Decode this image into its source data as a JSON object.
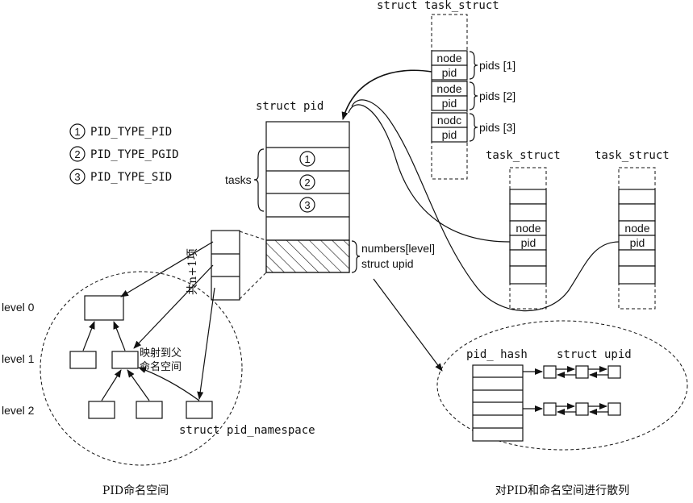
{
  "labels": {
    "struct_task_struct": "struct task_struct",
    "struct_pid": "struct pid",
    "task_struct_a": "task_struct",
    "task_struct_b": "task_struct",
    "tasks": "tasks",
    "numbers_level": "numbers[level]",
    "struct_upid": "struct upid",
    "gong": "共n+1项",
    "level0": "level 0",
    "level1": "level 1",
    "level2": "level 2",
    "map_parent_1": "映射到父",
    "map_parent_2": "命名空间",
    "pid_namespace": "struct pid_namespace",
    "pid_hash": "pid_ hash",
    "hash_upid": "struct upid",
    "caption_left": "PID命名空间",
    "caption_right": "对PID和命名空间进行散列"
  },
  "legend": [
    {
      "num": "1",
      "text": "PID_TYPE_PID"
    },
    {
      "num": "2",
      "text": "PID_TYPE_PGID"
    },
    {
      "num": "3",
      "text": "PID_TYPE_SID"
    }
  ],
  "task_fields": [
    {
      "node": "node",
      "pid": "pid",
      "pids": "pids [1]"
    },
    {
      "node": "node",
      "pid": "pid",
      "pids": "pids [2]"
    },
    {
      "node": "nodc",
      "pid": "pid",
      "pids": "pids [3]"
    }
  ],
  "pid_slots": [
    "1",
    "2",
    "3"
  ],
  "small_task": {
    "node": "node",
    "pid": "pid"
  }
}
